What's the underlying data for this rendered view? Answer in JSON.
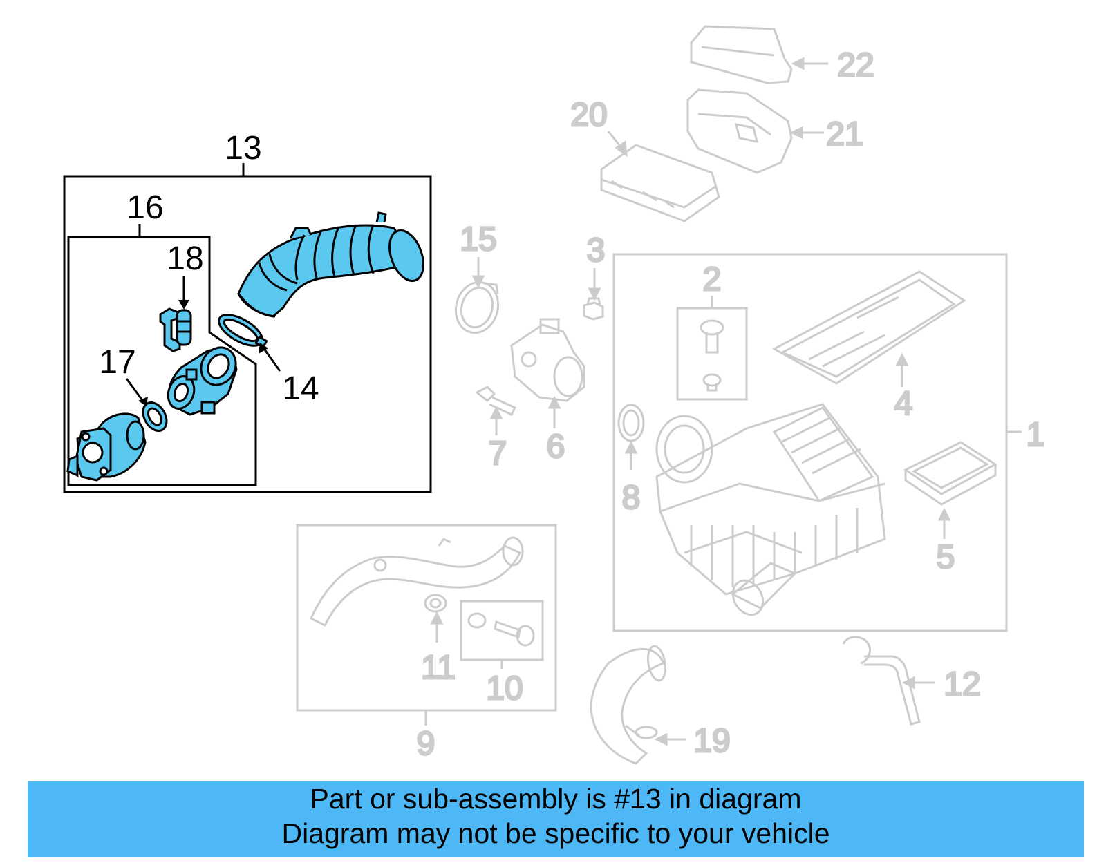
{
  "diagram": {
    "highlighted_callout": "13",
    "callouts": {
      "n1": "1",
      "n2": "2",
      "n3": "3",
      "n4": "4",
      "n5": "5",
      "n6": "6",
      "n7": "7",
      "n8": "8",
      "n9": "9",
      "n10": "10",
      "n11": "11",
      "n12": "12",
      "n13": "13",
      "n14": "14",
      "n15": "15",
      "n16": "16",
      "n17": "17",
      "n18": "18",
      "n19": "19",
      "n20": "20",
      "n21": "21",
      "n22": "22"
    },
    "colors": {
      "highlight_fill": "#5bc8f0",
      "highlight_stroke": "#000000",
      "inactive_stroke": "#cccccc"
    }
  },
  "banner": {
    "line1": "Part or sub-assembly is #13 in diagram",
    "line2": "Diagram may not be specific to your vehicle",
    "color": "#4db8f5"
  }
}
